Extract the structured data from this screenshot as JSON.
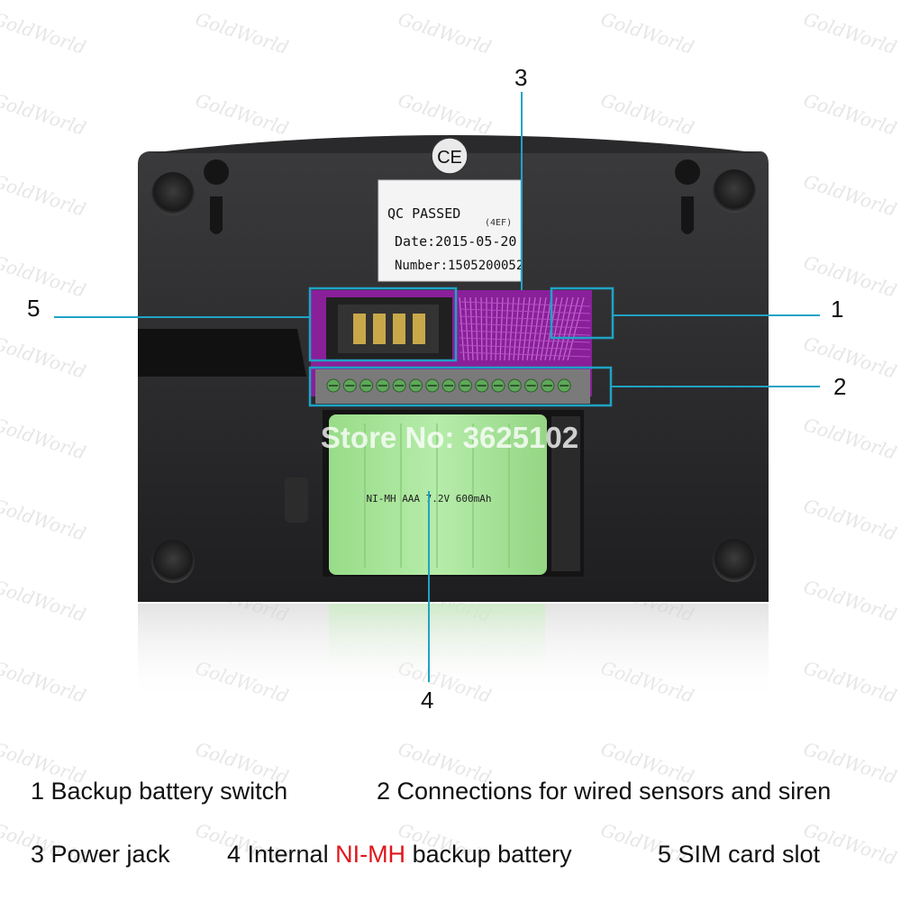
{
  "watermark": "GoldWorld",
  "store_watermark": "Store No: 3625102",
  "device": {
    "ce_mark": "CE",
    "qc_sticker": {
      "title": "QC PASSED",
      "code": "(4EF)",
      "date": "Date:2015-05-20",
      "number": "Number:1505200052"
    },
    "battery_label": "NI-MH AAA 7.2V 600mAh",
    "terminal_count": 15
  },
  "callouts": [
    {
      "id": "1",
      "label": "1"
    },
    {
      "id": "2",
      "label": "2"
    },
    {
      "id": "3",
      "label": "3"
    },
    {
      "id": "4",
      "label": "4"
    },
    {
      "id": "5",
      "label": "5"
    }
  ],
  "captions": {
    "c1": "1 Backup battery switch",
    "c2": "2 Connections for wired sensors and siren",
    "c3": "3 Power jack",
    "c4_pre": "4 Internal ",
    "c4_highlight": "NI-MH",
    "c4_post": " backup battery",
    "c5": "5 SIM card slot"
  },
  "colors": {
    "callout_line": "#1fa3c4",
    "highlight": "#e0161c",
    "board": "#8a1f9a",
    "battery": "#a9e69a"
  }
}
